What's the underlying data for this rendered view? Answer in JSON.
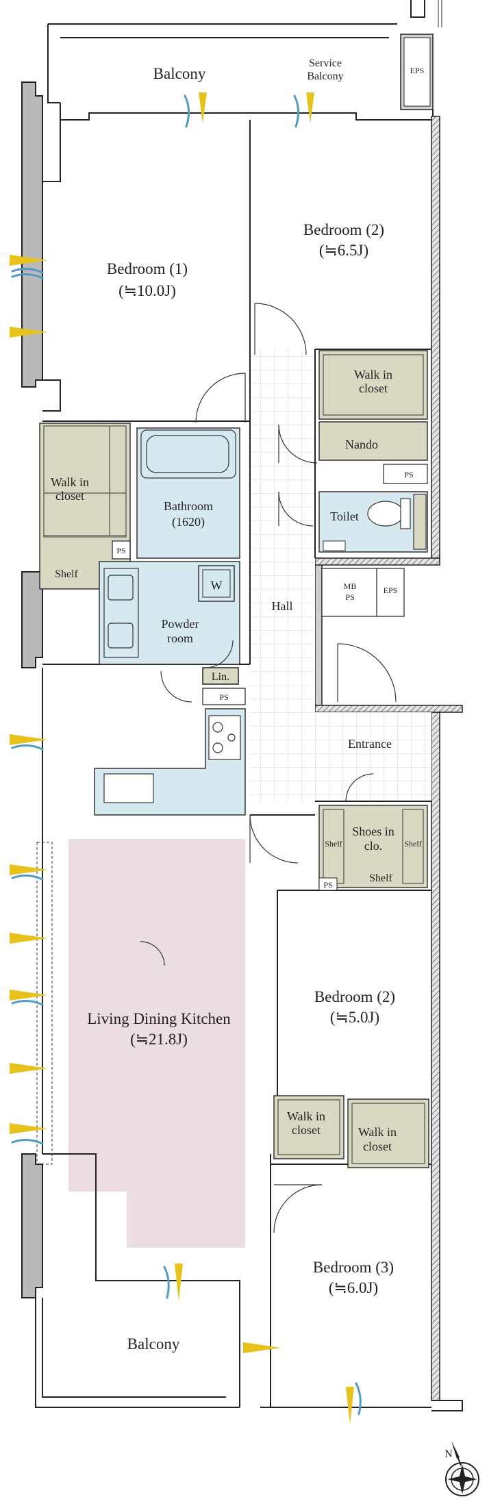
{
  "labels": {
    "balcony_top": "Balcony",
    "service_balcony": [
      "Service",
      "Balcony"
    ],
    "eps_top": "EPS",
    "bedroom1": "Bedroom (1)",
    "bedroom1_area": "(≒10.0J)",
    "bedroom2_top": "Bedroom (2)",
    "bedroom2_top_area": "(≒6.5J)",
    "walkin_closet_a": [
      "Walk in",
      "closet"
    ],
    "nando": "Nando",
    "ps": "PS",
    "toilet": "Toilet",
    "walkin_closet_left": [
      "Walk in",
      "closet"
    ],
    "shelf": "Shelf",
    "bathroom": "Bathroom",
    "bathroom_size": "(1620)",
    "w": "W",
    "powder_room": [
      "Powder",
      "room"
    ],
    "hall": "Hall",
    "mb_ps": [
      "MB",
      "PS"
    ],
    "eps_mid": "EPS",
    "lin": "Lin.",
    "entrance": "Entrance",
    "shoes_in_clo": [
      "Shoes in",
      "clo."
    ],
    "ldk": "Living Dining Kitchen",
    "ldk_area": "(≒21.8J)",
    "bedroom2_mid": "Bedroom (2)",
    "bedroom2_mid_area": "(≒5.0J)",
    "walkin_closet_b": [
      "Walk in",
      "closet"
    ],
    "walkin_closet_c": [
      "Walk in",
      "closet"
    ],
    "bedroom3": "Bedroom (3)",
    "bedroom3_area": "(≒6.0J)",
    "balcony_bottom": "Balcony",
    "compass_n": "N"
  },
  "colors": {
    "wall": "#b9b9b9",
    "closet": "#d9d9c3",
    "wet_area": "#d6e9f1",
    "ldk_floor": "#ecdde2",
    "window_arrow": "#e7c21b",
    "window_wind": "#4f9bc3"
  }
}
